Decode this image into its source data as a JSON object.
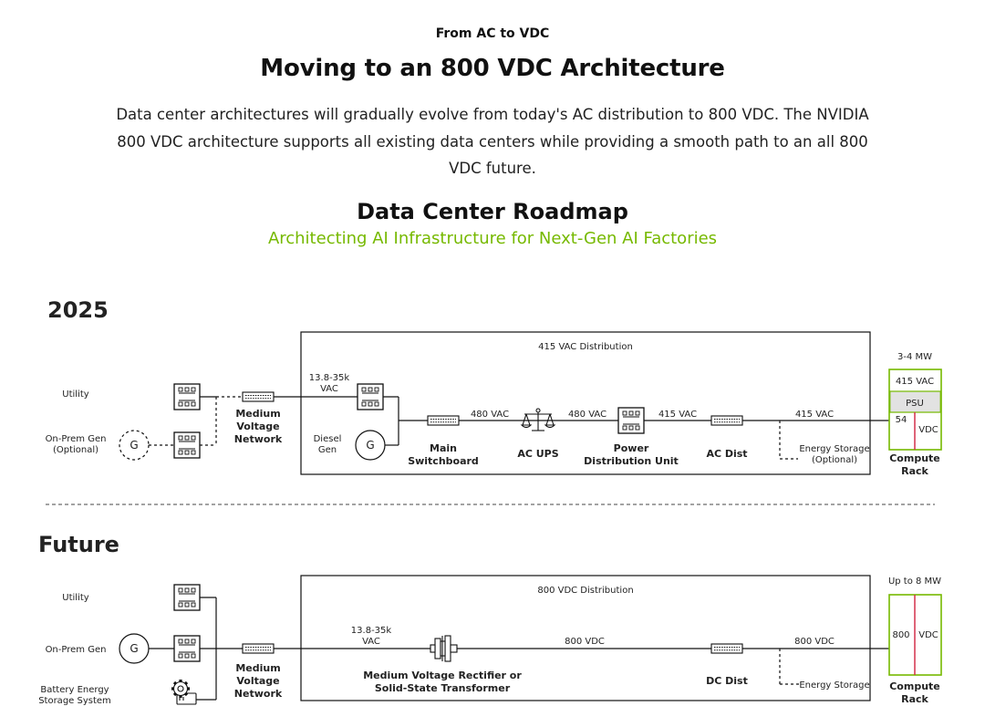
{
  "header": {
    "eyebrow": "From AC to VDC",
    "title": "Moving to an 800 VDC Architecture",
    "intro": "Data center architectures will gradually evolve from today's AC distribution to 800 VDC. The NVIDIA 800 VDC architecture supports all existing data centers while providing a smooth path to an all 800 VDC future."
  },
  "roadmap": {
    "title": "Data Center Roadmap",
    "subtitle": "Architecting AI Infrastructure for Next-Gen AI Factories"
  },
  "colors": {
    "accent_green": "#76b900",
    "rack_red": "#d2304a",
    "line": "#111111"
  },
  "row2025": {
    "year": "2025",
    "box_label": "415 VAC Distribution",
    "utility": "Utility",
    "onprem_1": "On-Prem Gen",
    "onprem_2": "(Optional)",
    "gen_symbol": "G",
    "mv_1": "Medium",
    "mv_2": "Voltage",
    "mv_3": "Network",
    "mv_input_1": "13.8-35k",
    "mv_input_2": "VAC",
    "diesel_1": "Diesel",
    "diesel_2": "Gen",
    "main_sw_1": "Main",
    "main_sw_2": "Switchboard",
    "v480_a": "480 VAC",
    "ups": "AC UPS",
    "v480_b": "480 VAC",
    "pdu_1": "Power",
    "pdu_2": "Distribution Unit",
    "v415_a": "415 VAC",
    "ac_dist": "AC Dist",
    "v415_b": "415 VAC",
    "storage_1": "Energy Storage",
    "storage_2": "(Optional)",
    "rack_power": "3-4 MW",
    "rack_415": "415 VAC",
    "rack_psu": "PSU",
    "rack_54": "54",
    "rack_vdc": "VDC",
    "rack_label_1": "Compute",
    "rack_label_2": "Rack"
  },
  "rowFuture": {
    "year": "Future",
    "box_label": "800 VDC Distribution",
    "utility": "Utility",
    "onprem": "On-Prem Gen",
    "gen_symbol": "G",
    "battery_1": "Battery Energy",
    "battery_2": "Storage System",
    "mv_1": "Medium",
    "mv_2": "Voltage",
    "mv_3": "Network",
    "mv_input_1": "13.8-35k",
    "mv_input_2": "VAC",
    "rectifier_1": "Medium Voltage Rectifier or",
    "rectifier_2": "Solid-State Transformer",
    "v800_a": "800 VDC",
    "dc_dist": "DC Dist",
    "v800_b": "800 VDC",
    "storage": "Energy Storage",
    "rack_power": "Up to 8 MW",
    "rack_800": "800",
    "rack_vdc": "VDC",
    "rack_label_1": "Compute",
    "rack_label_2": "Rack"
  }
}
